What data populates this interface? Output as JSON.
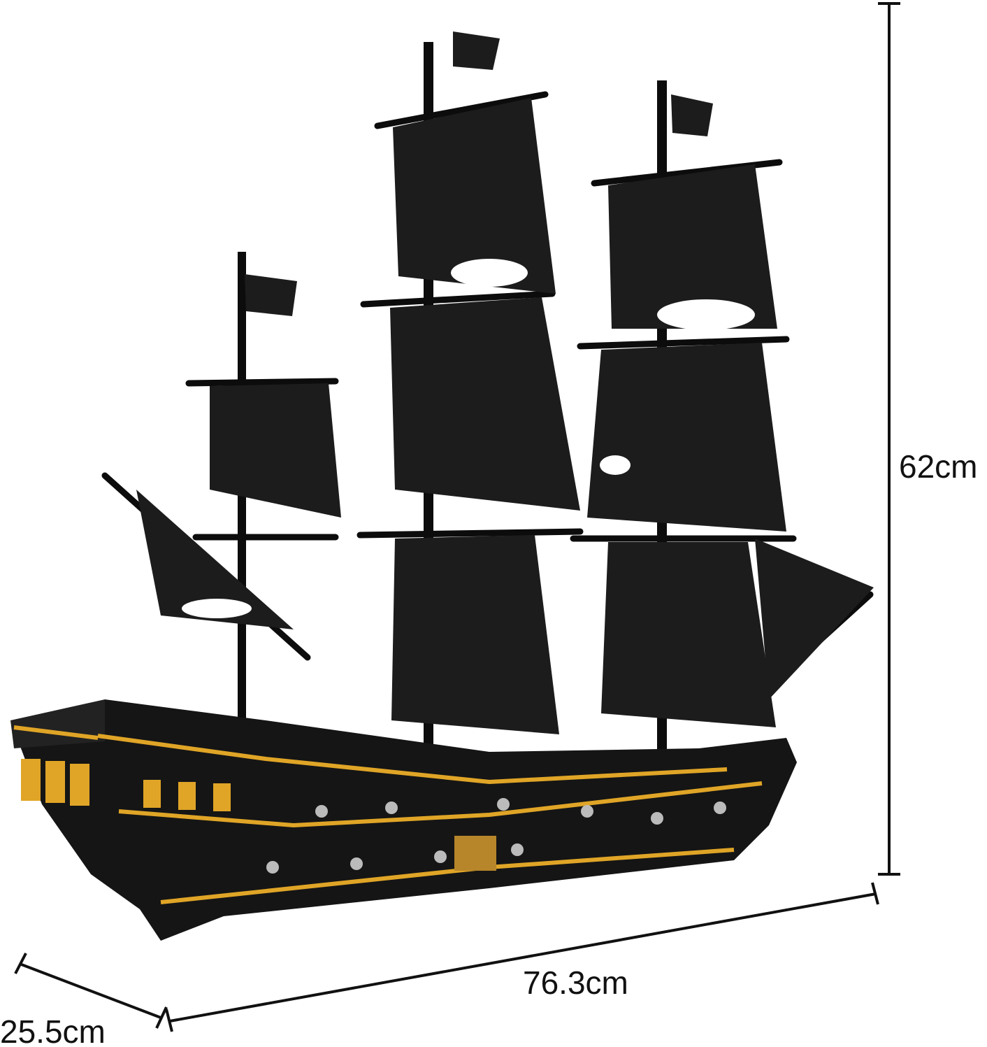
{
  "product": {
    "dimensions": {
      "height": "62cm",
      "length": "76.3cm",
      "depth": "25.5cm"
    },
    "colors": {
      "hull": "#151515",
      "sail": "#1c1c1c",
      "trim": "#e0a526",
      "line": "#111111"
    }
  }
}
